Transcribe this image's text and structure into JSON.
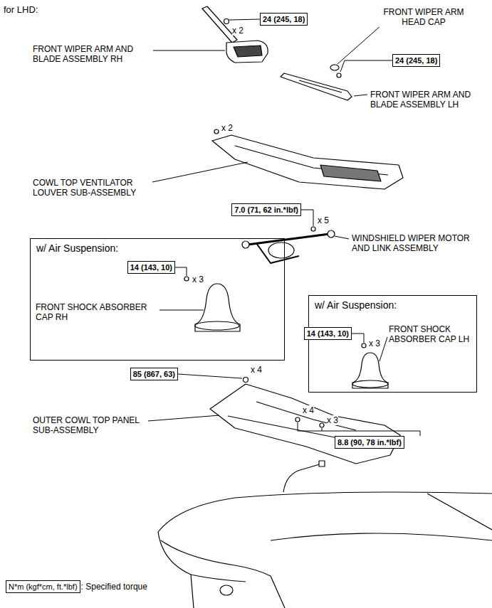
{
  "diagram": {
    "nodes": [
      {
        "text": [
          "24 (245, 18)"
        ]
      },
      {
        "text": [
          "24 (245, 18)"
        ]
      },
      {
        "text": [
          "7.0 (71, 62 in.*lbf)"
        ]
      },
      {
        "text": [
          "w/ Air Suspension:"
        ]
      },
      {
        "text": [
          "14 (143, 10)"
        ],
        "in": 3
      },
      {
        "text": [
          "w/ Air Suspension:"
        ]
      },
      {
        "text": [
          "14 (143, 10)"
        ],
        "in": 5
      },
      {
        "text": [
          "85 (867, 63)"
        ]
      },
      {
        "text": [
          "8.8 (90, 78 in.*lbf)"
        ]
      },
      {
        "text": [
          "N*m (kgf*cm, ft.*lbf)"
        ]
      }
    ],
    "labels": [
      "for LHD:",
      "x 2",
      "FRONT WIPER ARM AND BLADE ASSEMBLY RH",
      "FRONT WIPER ARM HEAD CAP",
      "FRONT WIPER ARM AND BLADE ASSEMBLY LH",
      "x 2",
      "COWL TOP VENTILATOR LOUVER SUB-ASSEMBLY",
      "x 5",
      "WINDSHIELD WIPER MOTOR AND LINK ASSEMBLY",
      "x 3",
      "FRONT SHOCK ABSORBER CAP RH",
      "x 3",
      "FRONT SHOCK ABSORBER CAP LH",
      "x 4",
      "OUTER COWL TOP PANEL SUB-ASSEMBLY",
      "x 4",
      "x 3",
      ": Specified torque"
    ]
  }
}
